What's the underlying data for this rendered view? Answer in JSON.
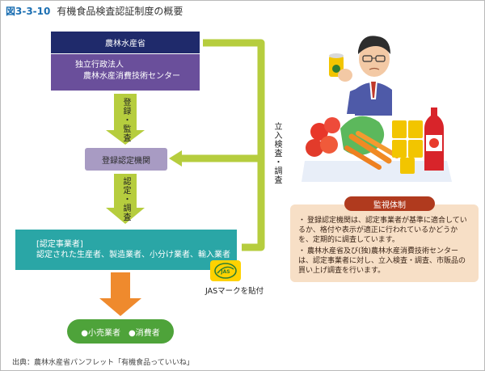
{
  "title": {
    "number": "図3-3-10",
    "text": "有機食品検査認証制度の概要"
  },
  "boxes": {
    "maff": "農林水産省",
    "famic_line1": "独立行政法人",
    "famic_line2": "農林水産消費技術センター",
    "registered_body": "登録認定機関",
    "operators_label": "[認定事業者]",
    "operators_text": "認定された生産者、製造業者、小分け業者、輸入業者",
    "consumers": "●小売業者　●消費者"
  },
  "arrows": {
    "registration": "登録・監査",
    "certification": "認定・調査",
    "inspection": "立入検査・調査"
  },
  "jas": {
    "mark_text": "JAS",
    "caption": "JASマークを貼付"
  },
  "monitoring": {
    "title": "監視体制",
    "items": [
      "登録認定機関は、認定事業者が基準に適合しているか、格付や表示が適正に行われているかどうかを、定期的に調査しています。",
      "農林水産省及び(独)農林水産消費技術センターは、認定事業者に対し、立入検査・調査、市販品の買い上げ調査を行います。"
    ]
  },
  "source": "出典：農林水産省パンフレット「有機食品っていいね」",
  "colors": {
    "maff": "#1f2a6b",
    "famic": "#6a4f9b",
    "registered": "#a89bc3",
    "operators": "#2aa6a6",
    "consumers": "#4ea33a",
    "arrow_green": "#b6cd3e",
    "arrow_orange": "#ef8a2d",
    "monitor_title": "#b03a1e",
    "monitor_bg": "#f7dfc6"
  },
  "icons": [
    "jas-mark-icon",
    "person-holding-can-icon",
    "vegetables-and-products-icon"
  ]
}
